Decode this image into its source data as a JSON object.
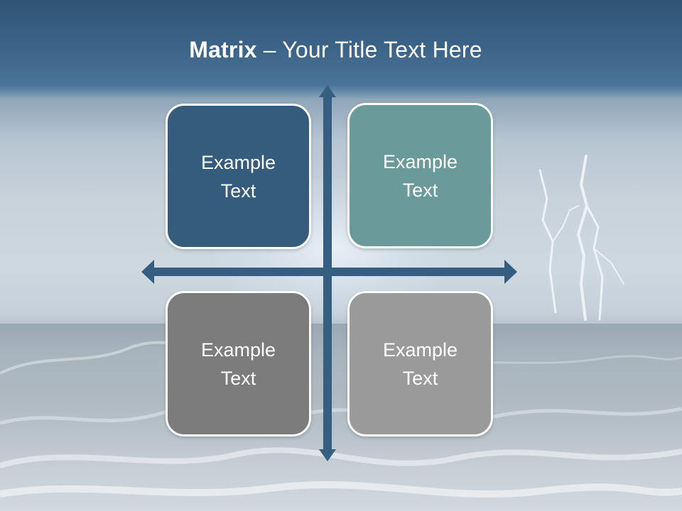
{
  "slide": {
    "title_bold": "Matrix",
    "title_rest": " – Your Title Text Here"
  },
  "matrix": {
    "cells": [
      {
        "position": "top-left",
        "text": "Example Text",
        "color": "#355c7d"
      },
      {
        "position": "top-right",
        "text": "Example Text",
        "color": "#6a9a9a"
      },
      {
        "position": "bottom-left",
        "text": "Example Text",
        "color": "#7b7b7b"
      },
      {
        "position": "bottom-right",
        "text": "Example Text",
        "color": "#9a9a9a"
      }
    ],
    "axis_color": "#365e80"
  }
}
